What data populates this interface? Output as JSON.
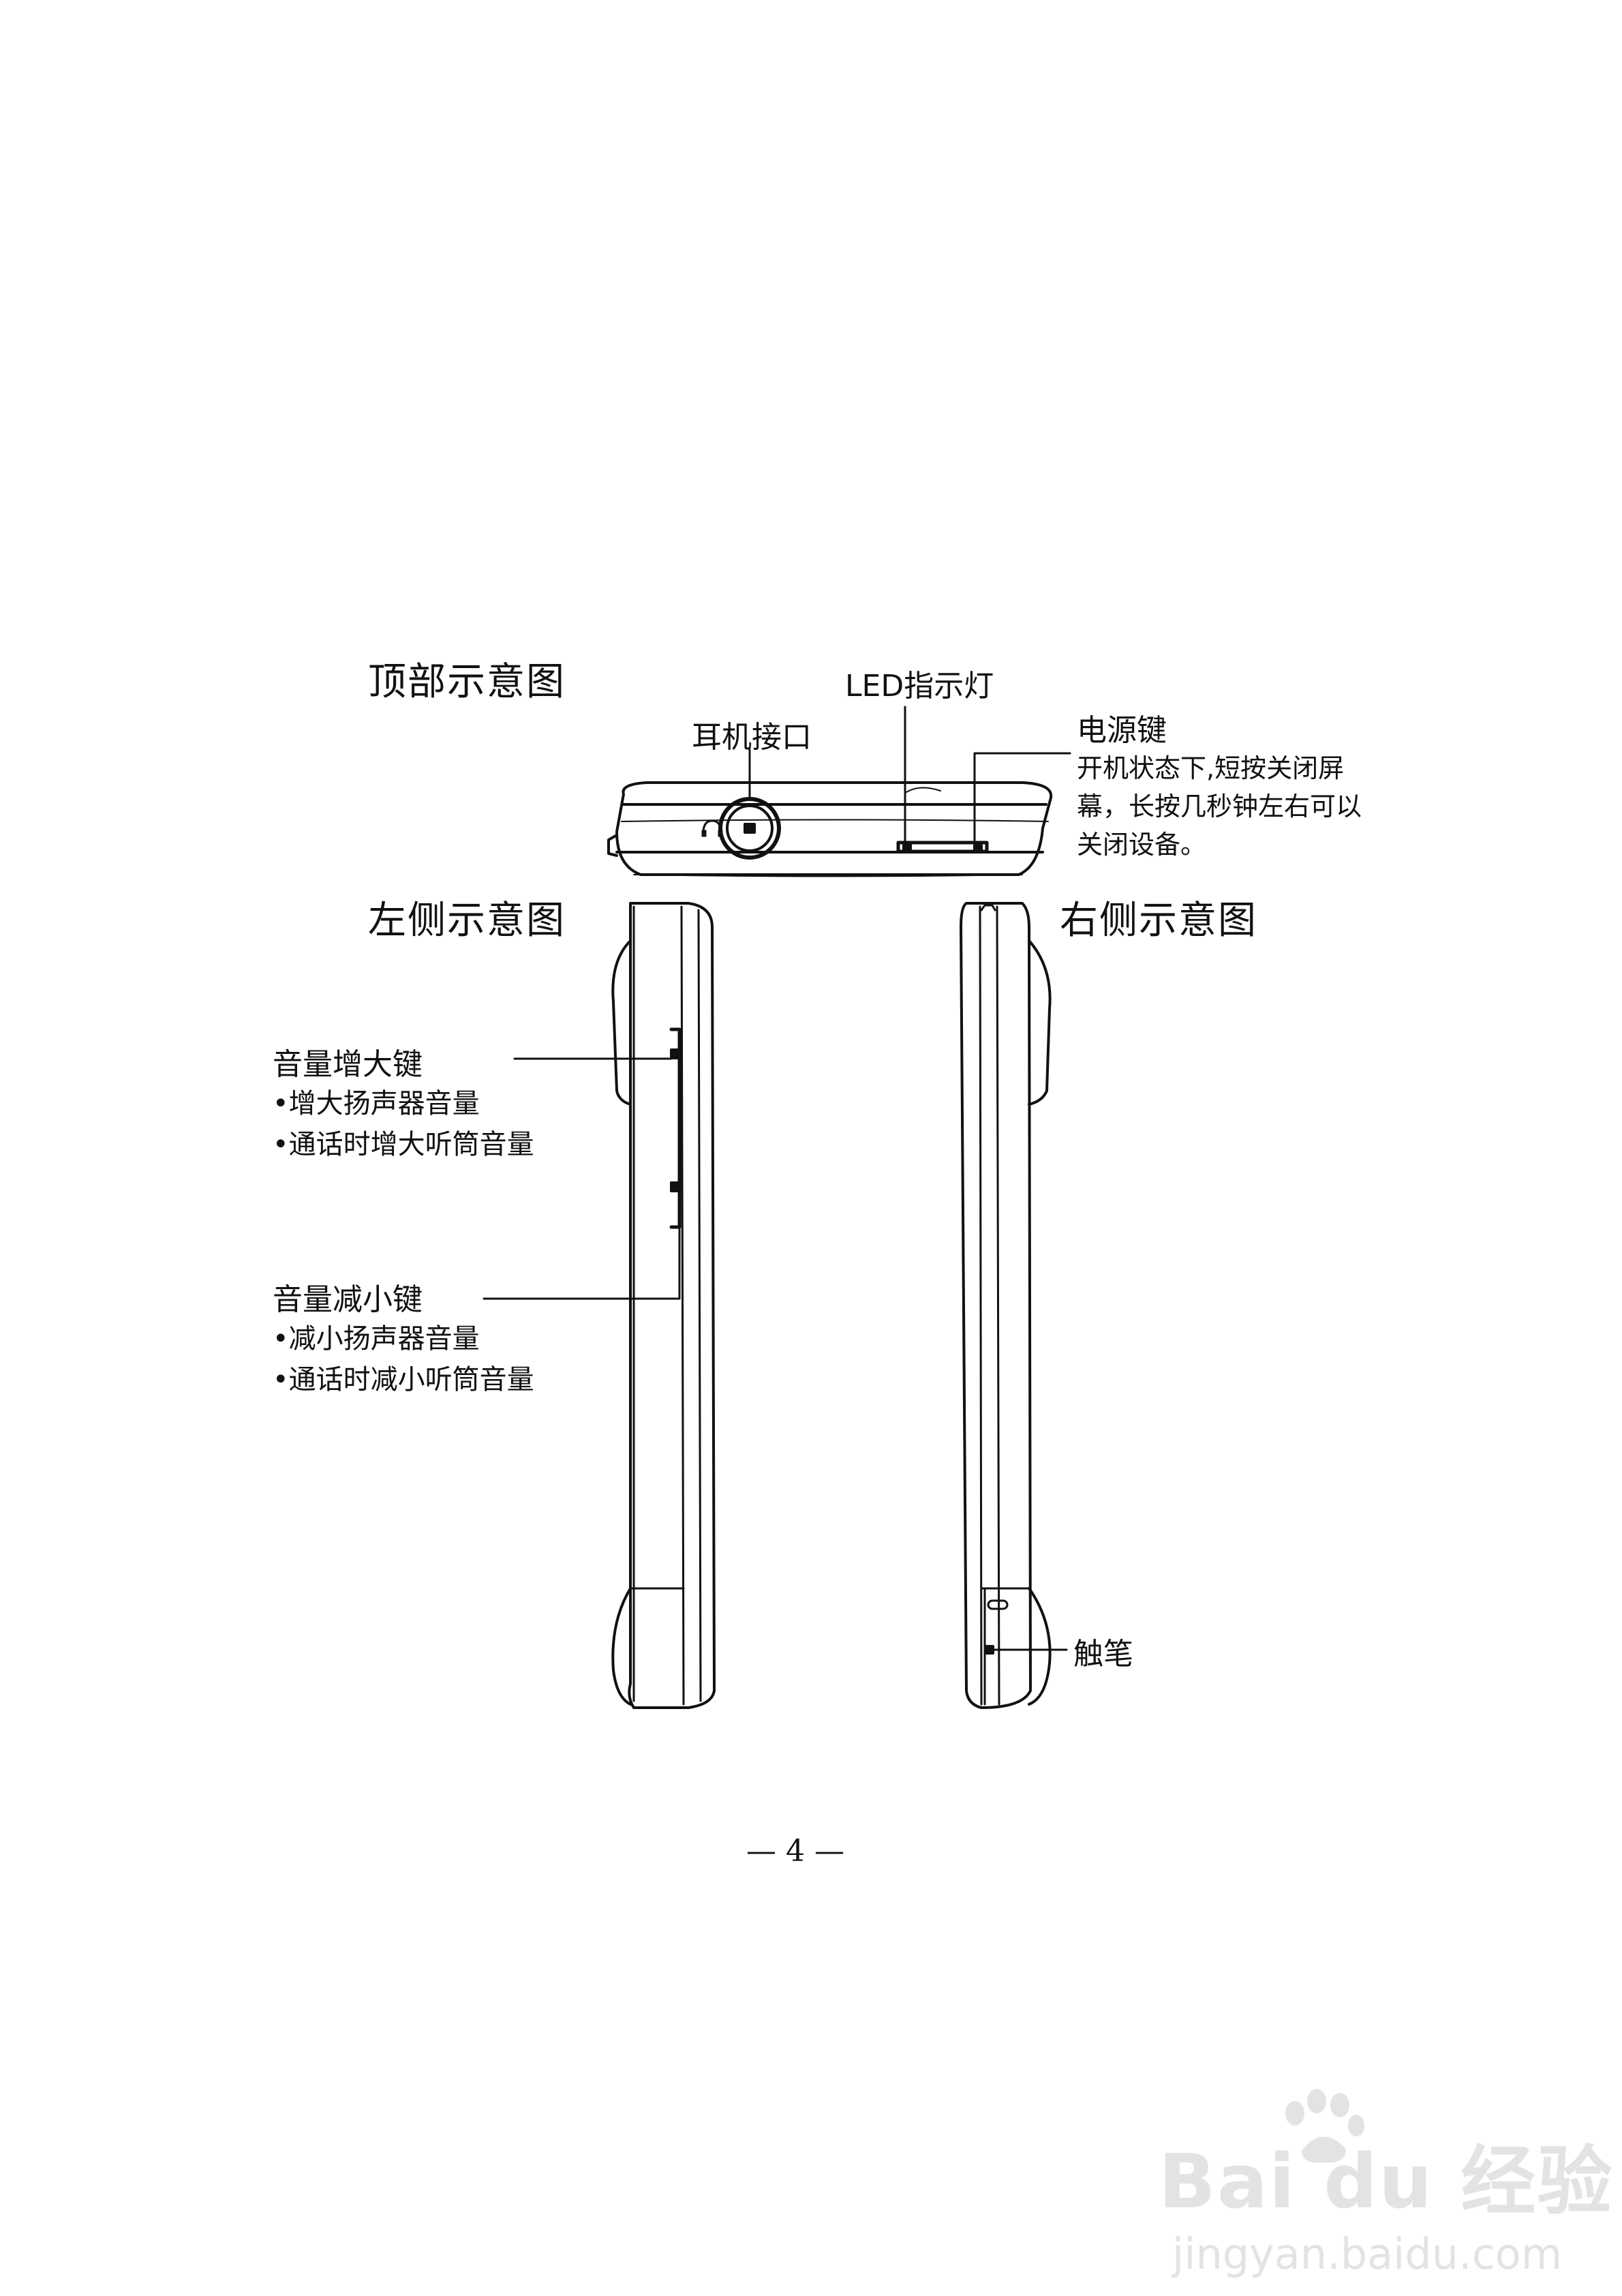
{
  "titles": {
    "top_view": "顶部示意图",
    "left_view": "左侧示意图",
    "right_view": "右侧示意图"
  },
  "labels": {
    "earphone": "耳机接口",
    "led": "LED指示灯",
    "power_title": "电源键",
    "power_desc": [
      "开机状态下,短按关闭屏",
      "幕，长按几秒钟左右可以",
      "关闭设备。"
    ],
    "vol_up_title": "音量增大键",
    "vol_up_desc": [
      "•增大扬声器音量",
      "•通话时增大听筒音量"
    ],
    "vol_down_title": "音量减小键",
    "vol_down_desc": [
      "•减小扬声器音量",
      "•通话时减小听筒音量"
    ],
    "stylus": "触笔"
  },
  "page_number": "— 4 —",
  "watermark": {
    "brand": "Bai du 经验",
    "url": "jingyan.baidu.com"
  },
  "colors": {
    "ink": "#111111",
    "watermark": "#e3e3e3"
  }
}
